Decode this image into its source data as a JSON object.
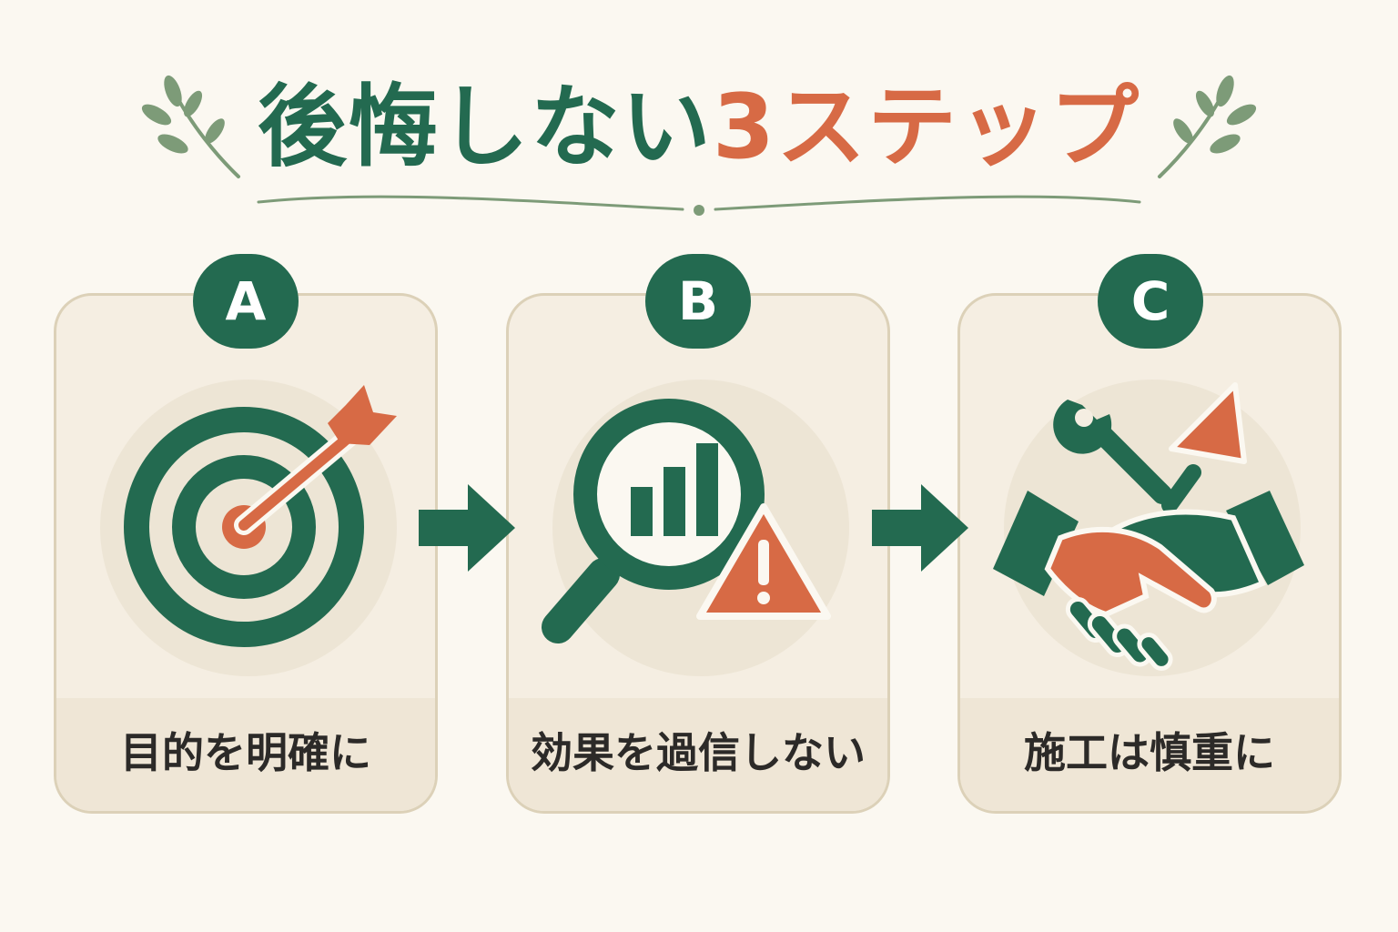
{
  "title": {
    "main": "後悔しない",
    "accent": "3ステップ"
  },
  "colors": {
    "green": "#236A50",
    "orange": "#D76A45",
    "background": "#FBF8F1",
    "card": "#F5EEE2",
    "leaf": "#7D9B78"
  },
  "steps": [
    {
      "badge": "A",
      "label": "目的を明確に",
      "icon": "target-arrow-icon"
    },
    {
      "badge": "B",
      "label": "効果を過信しない",
      "icon": "magnifier-chart-warning-icon"
    },
    {
      "badge": "C",
      "label": "施工は慎重に",
      "icon": "handshake-tools-icon"
    }
  ],
  "connector_icon": "arrow-right-icon"
}
